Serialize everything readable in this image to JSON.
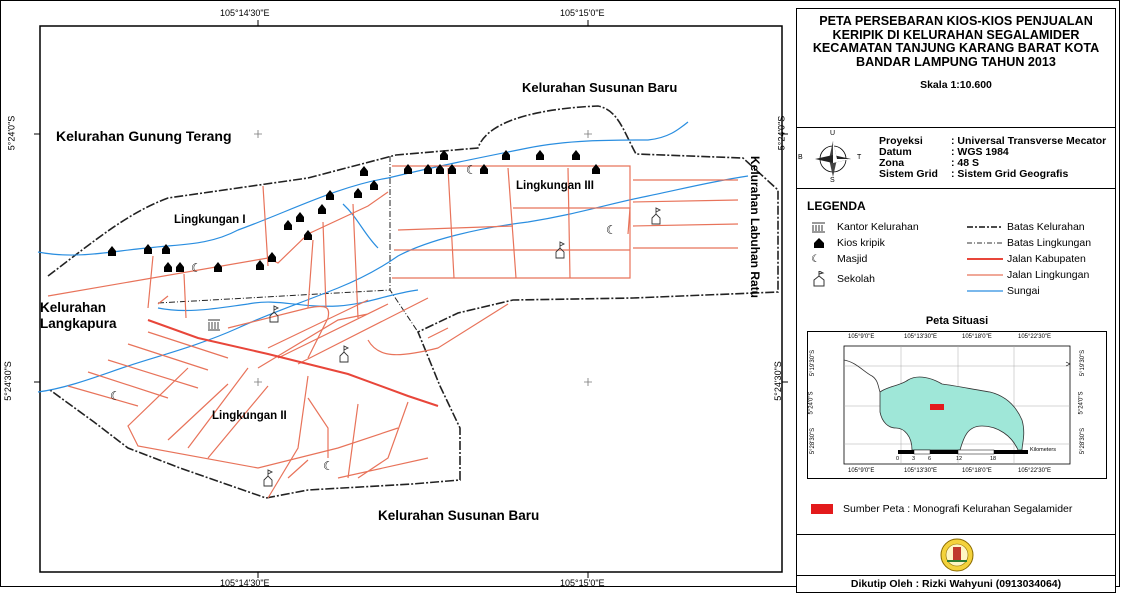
{
  "map": {
    "coords_top": [
      "105°14'30\"E",
      "105°15'0\"E"
    ],
    "coords_bottom": [
      "105°14'30\"E",
      "105°15'0\"E"
    ],
    "coords_left": [
      "5°24'0\"S",
      "5°24'30\"S"
    ],
    "coords_right": [
      "5°24'0\"S",
      "5°24'30\"S"
    ],
    "areas": {
      "susunan_baru_n": "Kelurahan Susunan Baru",
      "gunung_terang": "Kelurahan Gunung Terang",
      "langkapura": "Kelurahan Langkapura",
      "susunan_baru_s": "Kelurahan Susunan Baru",
      "labuhan_ratu": "Kelurahan Labuhan Ratu",
      "lingkungan_1": "Lingkungan I",
      "lingkungan_2": "Lingkungan II",
      "lingkungan_3": "Lingkungan III"
    },
    "colors": {
      "road_major": "#e8463a",
      "road_minor": "#e8735a",
      "river": "#2a8ee0",
      "boundary": "#222222"
    }
  },
  "sidebar": {
    "title": "PETA PERSEBARAN KIOS-KIOS PENJUALAN KERIPIK DI KELURAHAN SEGALAMIDER KECAMATAN TANJUNG KARANG BARAT KOTA BANDAR LAMPUNG TAHUN 2013",
    "scale": "Skala 1:10.600",
    "compass": {
      "n": "U",
      "s": "S",
      "e": "T",
      "w": "B"
    },
    "projection": [
      {
        "key": "Proyeksi",
        "value": ": Universal Transverse Mecator"
      },
      {
        "key": "Datum",
        "value": ": WGS 1984"
      },
      {
        "key": "Zona",
        "value": ": 48 S"
      },
      {
        "key": "Sistem Grid",
        "value": ": Sistem Grid Geografis"
      }
    ],
    "legend_title": "LEGENDA",
    "legend_left": [
      "Kantor Kelurahan",
      "Kios kripik",
      "Masjid",
      "Sekolah"
    ],
    "legend_right": [
      "Batas Kelurahan",
      "Batas Lingkungan",
      "Jalan Kabupaten",
      "Jalan Lingkungan",
      "Sungai"
    ],
    "situasi_title": "Peta Situasi",
    "situasi_top": [
      "105°9'0\"E",
      "105°13'30\"E",
      "105°18'0\"E",
      "105°22'30\"E"
    ],
    "situasi_bottom": [
      "105°9'0\"E",
      "105°13'30\"E",
      "105°18'0\"E",
      "105°22'30\"E"
    ],
    "situasi_left": [
      "5°19'30\"S",
      "5°24'0\"S",
      "5°28'30\"S"
    ],
    "situasi_right": [
      "5°19'30\"S",
      "5°24'0\"S",
      "5°28'30\"S"
    ],
    "scalebar_ticks": [
      "0",
      "3",
      "6",
      "12",
      "18"
    ],
    "scalebar_unit": "Kilometers",
    "source": "Sumber Peta : Monografi Kelurahan Segalamider",
    "credit": "Dikutip Oleh : Rizki Wahyuni (0913034064)",
    "source_color": "#e31a1c",
    "situasi_fill": "#9fe7d8"
  }
}
